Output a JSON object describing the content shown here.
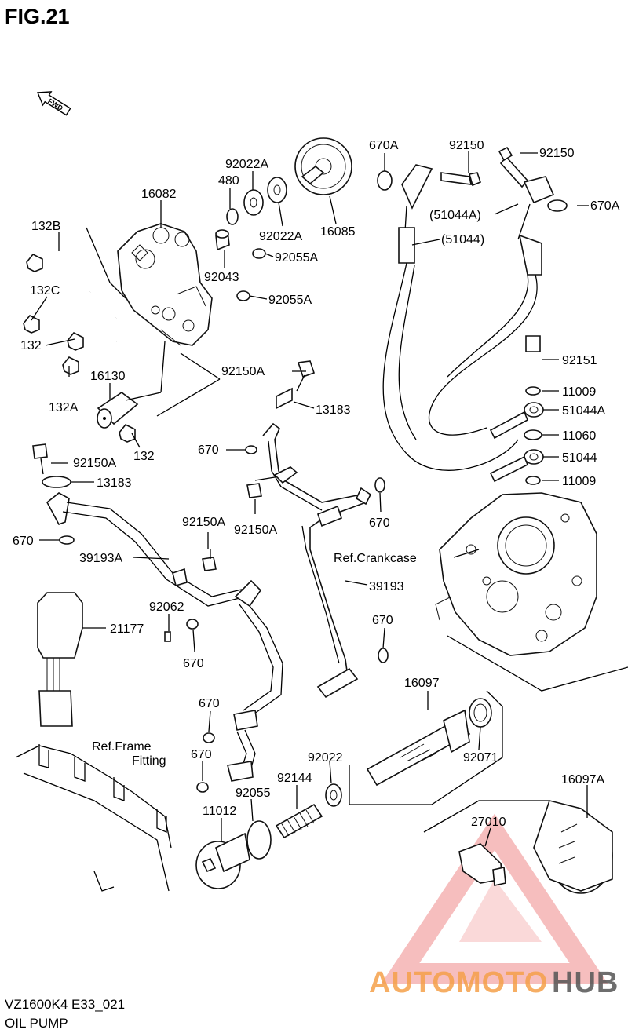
{
  "header": {
    "title": "FIG.21",
    "fwd_label": "FWD"
  },
  "footer": {
    "model_code": "VZ1600K4 E33_021",
    "section_name": "OIL PUMP"
  },
  "watermark": {
    "part1": "AUTOMOTO",
    "part2": "HUB",
    "color_accent": "#f5a04a",
    "color_dark": "#555555",
    "logo_color": "#f08a8a"
  },
  "references": {
    "crankcase": "Ref.Crankcase",
    "frame_fitting_line1": "Ref.Frame",
    "frame_fitting_line2": "Fitting"
  },
  "part_labels": {
    "p132B": "132B",
    "p132C": "132C",
    "p132_a": "132",
    "p132A": "132A",
    "p132_b": "132",
    "p16082": "16082",
    "p16130": "16130",
    "p92022A_top": "92022A",
    "p480": "480",
    "p92022A_low": "92022A",
    "p16085": "16085",
    "p92043": "92043",
    "p92055A_1": "92055A",
    "p92055A_2": "92055A",
    "p670A_top": "670A",
    "p92150_a": "92150",
    "p92150_b": "92150",
    "p670A_right": "670A",
    "p51044A_paren": "(51044A)",
    "p51044_paren": "(51044)",
    "p92151": "92151",
    "p11009_a": "11009",
    "p51044A": "51044A",
    "p11060": "11060",
    "p51044": "51044",
    "p11009_b": "11009",
    "p92150A_1": "92150A",
    "p13183_1": "13183",
    "p670_a": "670",
    "p92150A_2": "92150A",
    "p670_b": "670",
    "p92150A_3": "92150A",
    "p13183_2": "13183",
    "p670_c": "670",
    "p39193A": "39193A",
    "p92150A_4": "92150A",
    "p39193": "39193",
    "p670_d": "670",
    "p92062": "92062",
    "p670_e": "670",
    "p21177": "21177",
    "p670_f": "670",
    "p670_g": "670",
    "p16097": "16097",
    "p92022": "92022",
    "p92071": "92071",
    "p92144": "92144",
    "p92055": "92055",
    "p11012": "11012",
    "p16097A": "16097A",
    "p27010": "27010"
  }
}
